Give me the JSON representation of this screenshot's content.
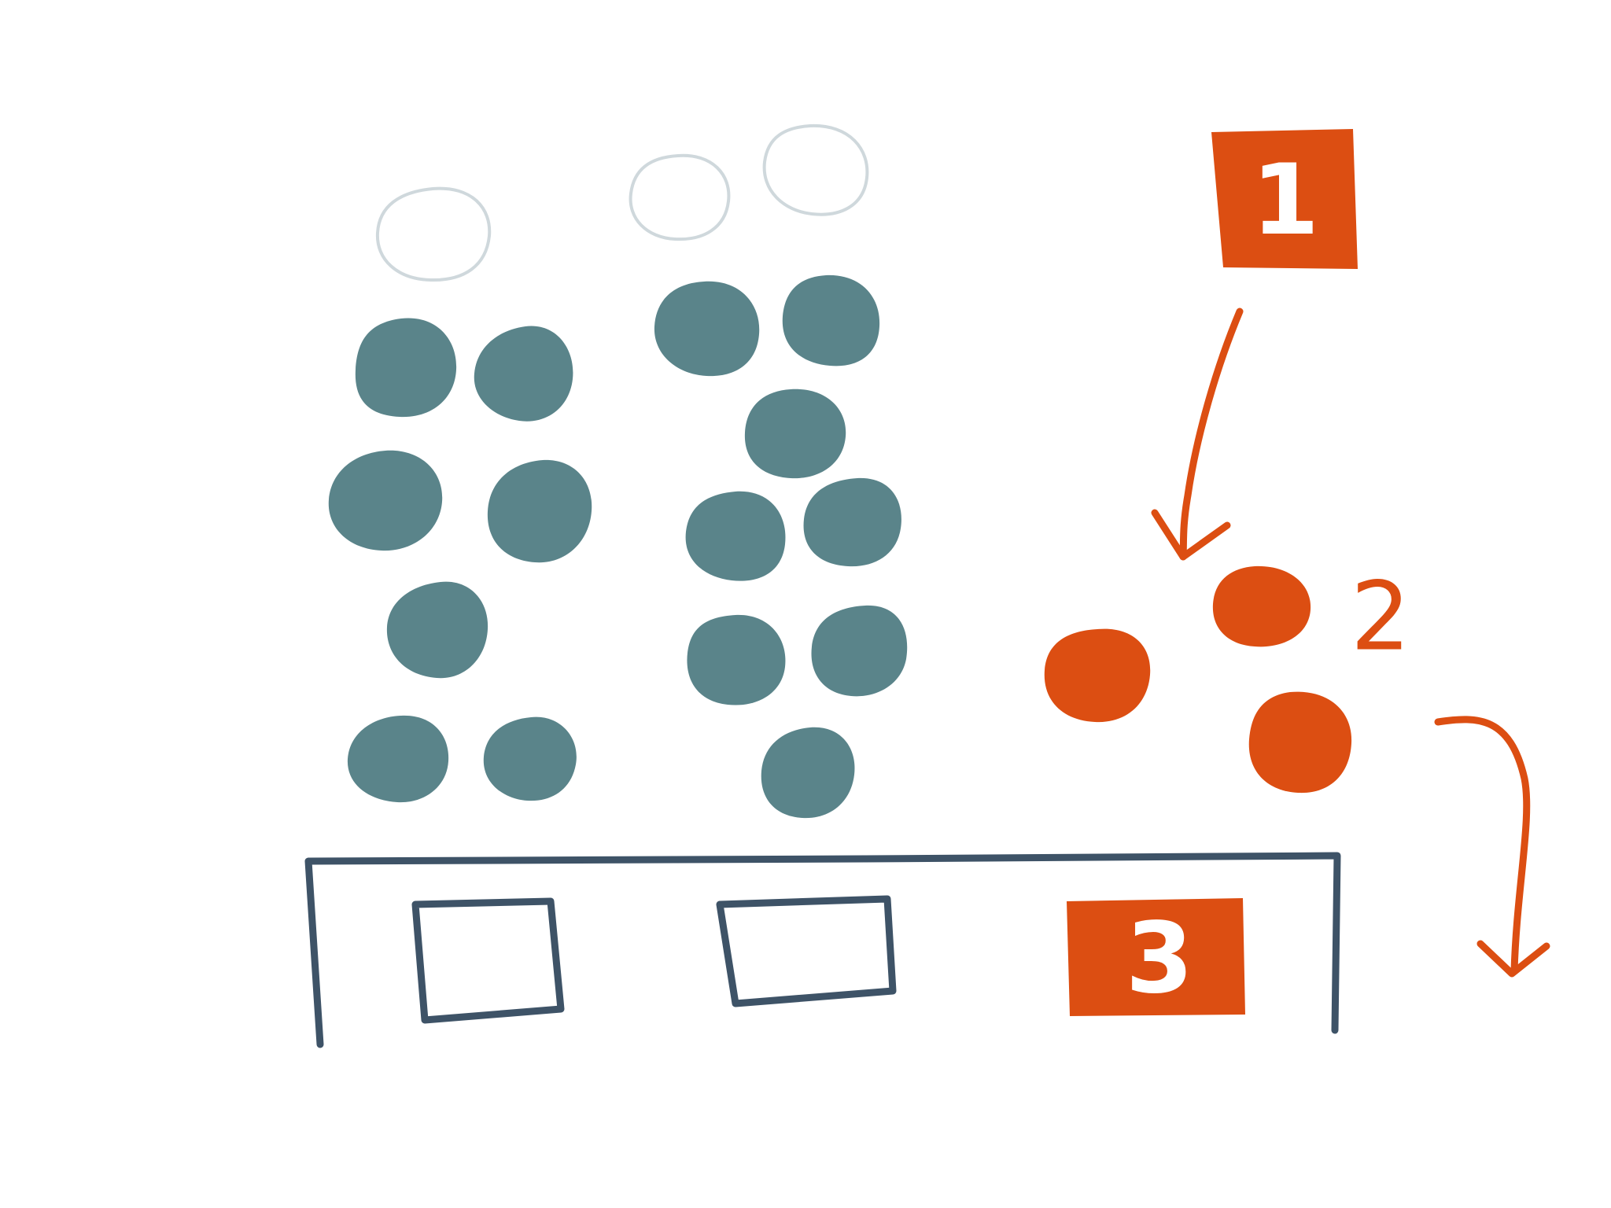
{
  "colors": {
    "teal": "#5a848a",
    "orange": "#dc4e12",
    "outline": "#cfd8dc",
    "frame": "#3e5367",
    "white": "#ffffff"
  },
  "labels": {
    "step1": "1",
    "step2": "2",
    "step3": "3"
  }
}
